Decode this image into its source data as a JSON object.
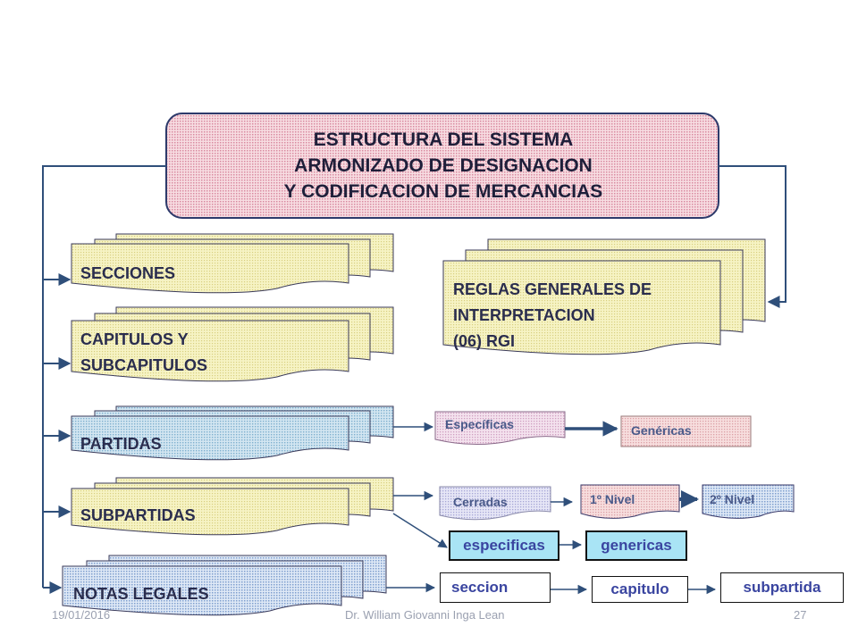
{
  "title": {
    "lines": [
      "ESTRUCTURA DEL SISTEMA",
      "ARMONIZADO DE DESIGNACION",
      "Y CODIFICACION DE MERCANCIAS"
    ]
  },
  "left_items": {
    "secciones": "SECCIONES",
    "capitulos_line1": "CAPITULOS Y",
    "capitulos_line2": "SUBCAPITULOS",
    "partidas": "PARTIDAS",
    "subpartidas": "SUBPARTIDAS",
    "notas": "NOTAS LEGALES"
  },
  "rgi": {
    "line1": "REGLAS GENERALES DE",
    "line2": "INTERPRETACION",
    "line3": "(06)  RGI"
  },
  "partidas_flow": {
    "especificas": "Específicas",
    "genericas": "Genéricas"
  },
  "subpartidas_flow": {
    "cerradas": "Cerradas",
    "nivel1": "1º Nivel",
    "nivel2": "2º Nivel",
    "especificas": "especificas",
    "genericas": "genericas"
  },
  "notas_flow": {
    "seccion": "seccion",
    "capitulo": "capitulo",
    "subpartida": "subpartida"
  },
  "footer": {
    "date": "19/01/2016",
    "author": "Dr. William Giovanni Inga Lean",
    "page": "27"
  },
  "colors": {
    "title_fill": "#f3c6cf",
    "yellow_fill": "#f3efb8",
    "blue_fill": "#c4dcea",
    "pink_fill": "#f2d6e6",
    "cyan_fill": "#a9e4f5",
    "connector": "#2f4f7a"
  }
}
